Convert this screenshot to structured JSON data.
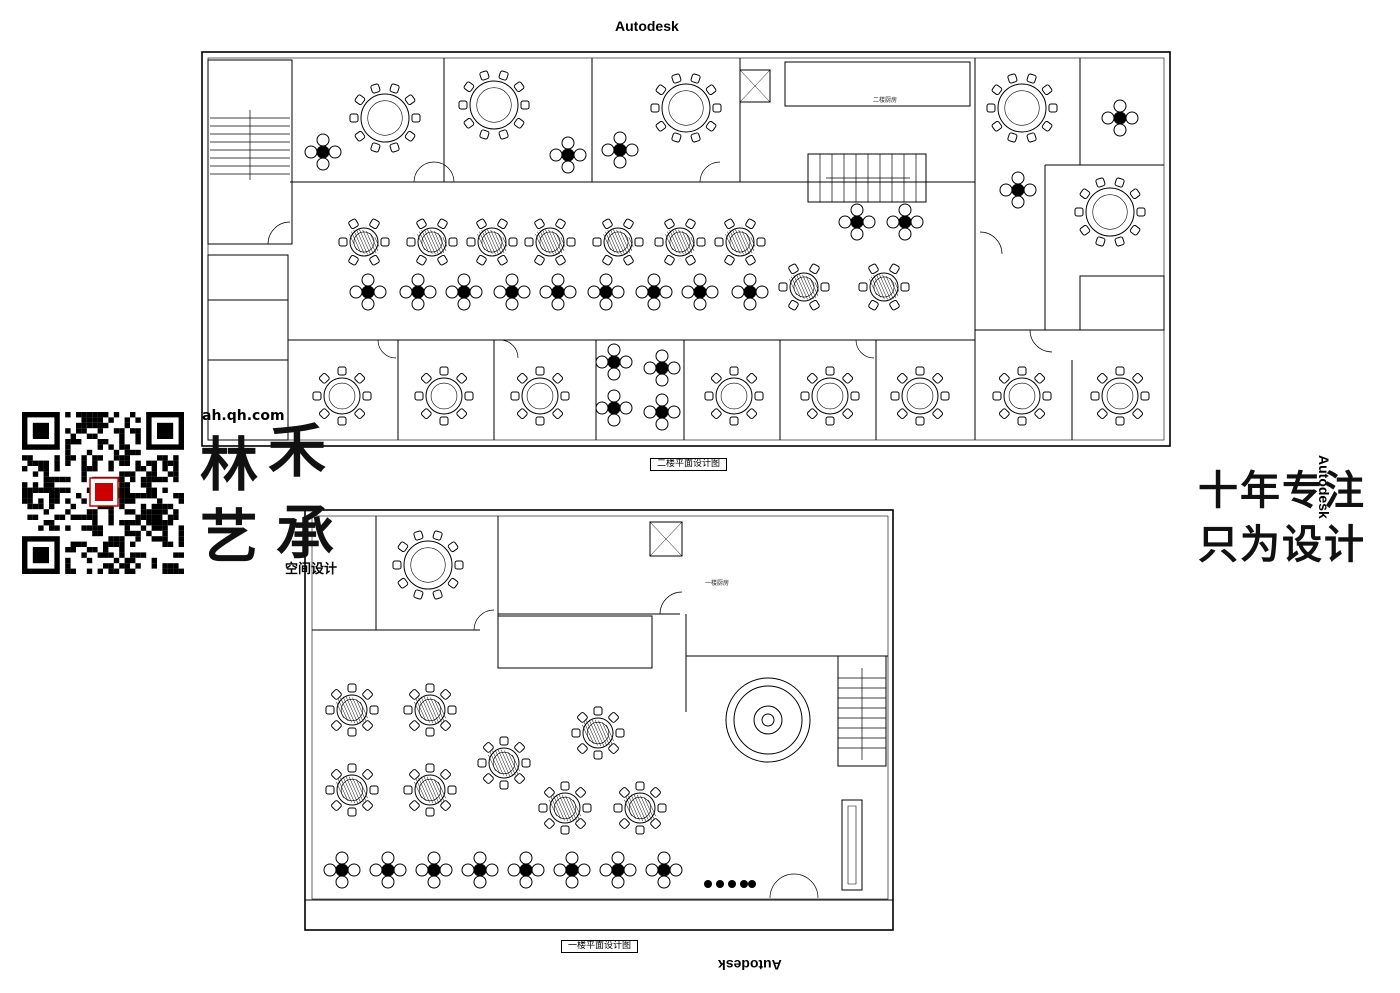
{
  "watermarks": {
    "top": "Autodesk",
    "right": "Autodesk",
    "bottom": "Autodesk"
  },
  "floor2": {
    "caption": "二楼平面设计图",
    "room_label": "二楼厨房"
  },
  "floor1": {
    "caption": "一楼平面设计图",
    "room_label": "一楼厨房"
  },
  "slogan": {
    "line1": "十年专注",
    "line2": "只为设计"
  },
  "brand": {
    "url": "ah.qh.com",
    "chars": [
      "林",
      "禾",
      "艺",
      "承"
    ],
    "line": "空间设计"
  },
  "colors": {
    "line": "#000000",
    "background": "#ffffff"
  }
}
